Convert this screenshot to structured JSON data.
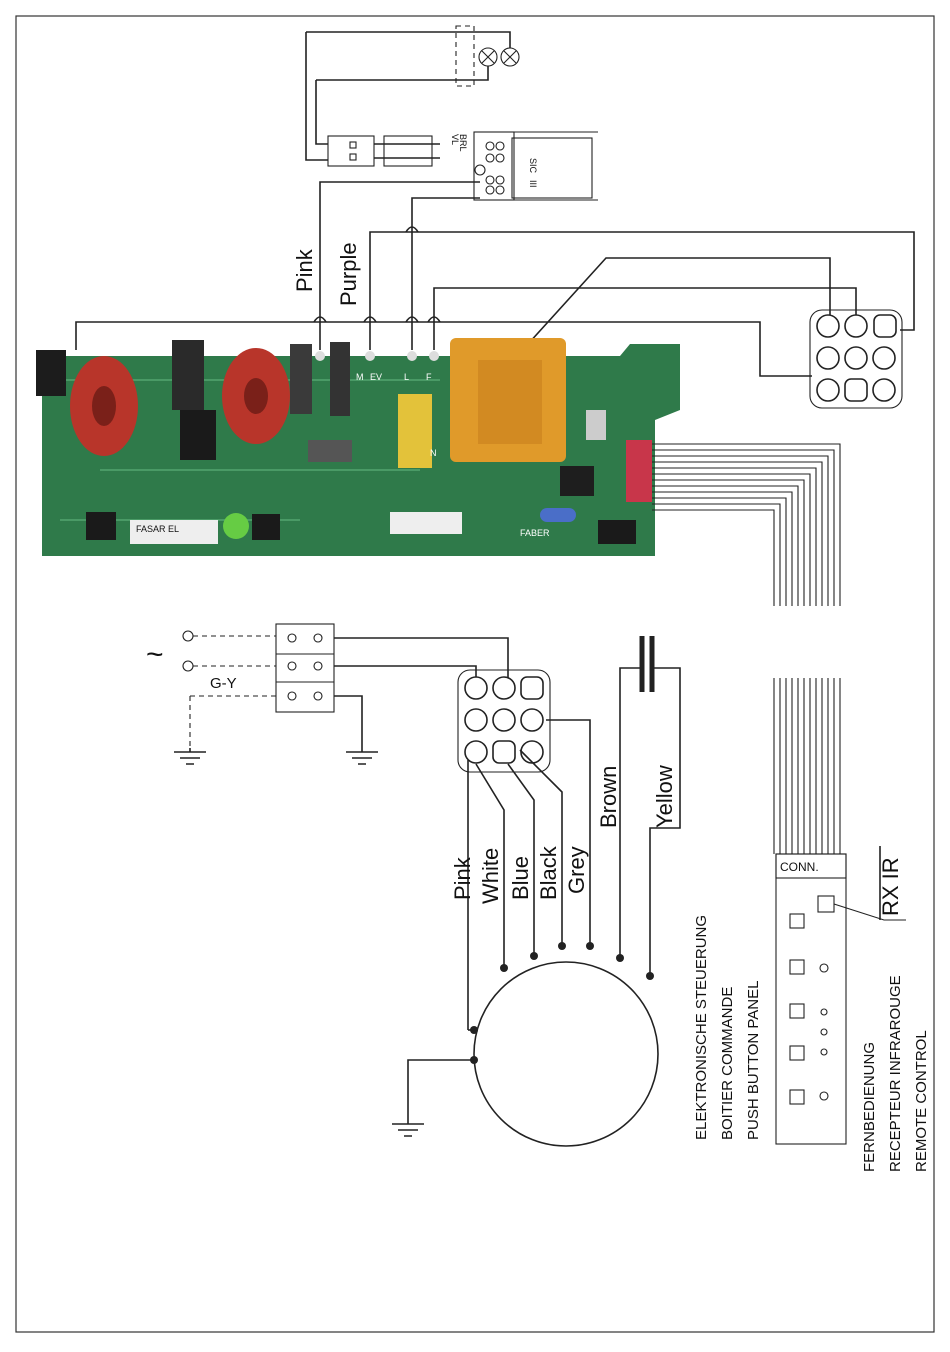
{
  "wire_colors": {
    "top_board": [
      "Pink",
      "Purple"
    ],
    "motor": [
      "Pink",
      "White",
      "Blue",
      "Black",
      "Grey",
      "Brown",
      "Yellow"
    ]
  },
  "supply": {
    "earth_label": "G-Y",
    "ac_symbol": "~"
  },
  "pcb_markings": {
    "brand": "FABER",
    "model": "FASAR EL",
    "terminals": [
      "M",
      "EV",
      "L",
      "F",
      "N"
    ]
  },
  "top_board_markings": [
    "SIC",
    "III",
    "VL",
    "BRL"
  ],
  "remote_panel": {
    "connector_label": "CONN.",
    "receiver_label": "RX IR"
  },
  "captions": {
    "push_button_panel": [
      "ELEKTRONISCHE STEUERUNG",
      "BOITIER COMMANDE",
      "PUSH BUTTON PANEL"
    ],
    "remote_control": [
      "FERNBEDIENUNG",
      "RECEPTEUR INFRAROUGE",
      "REMOTE CONTROL"
    ]
  },
  "colors": {
    "pcb_green": "#2f7a4a",
    "ferrite_red": "#b8352a",
    "transformer_orange": "#e09a2a",
    "capacitor_yellow": "#e3c23a",
    "connector_red": "#c8364a"
  }
}
